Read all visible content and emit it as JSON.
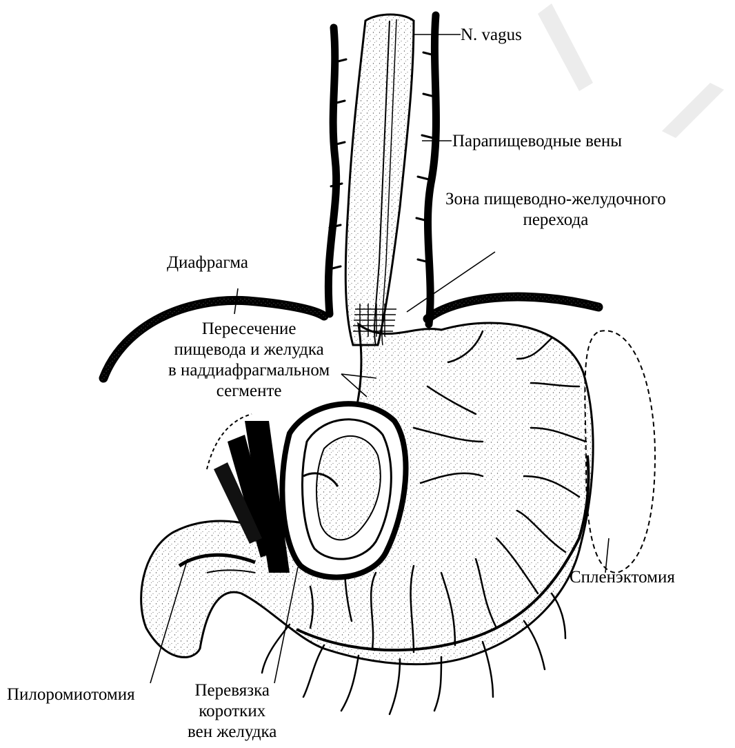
{
  "colors": {
    "ink": "#000000",
    "paper": "#ffffff",
    "stipple": "#6a6a6a",
    "watermark": "#e6e6e6"
  },
  "labels": {
    "n_vagus": "N. vagus",
    "paraesophageal_veins": "Парапищеводные вены",
    "gej_zone": [
      "Зона пищеводно-желудочного",
      "перехода"
    ],
    "diaphragm": "Диафрагма",
    "transection": [
      "Пересечение",
      "пищевода и желудка",
      "в наддиафрагмальном",
      "сегменте"
    ],
    "splenectomy": "Спленэктомия",
    "pyloromyotomy": "Пилоромиотомия",
    "short_gastric_ligation": [
      "Перевязка",
      "коротких",
      "вен желудка"
    ]
  }
}
